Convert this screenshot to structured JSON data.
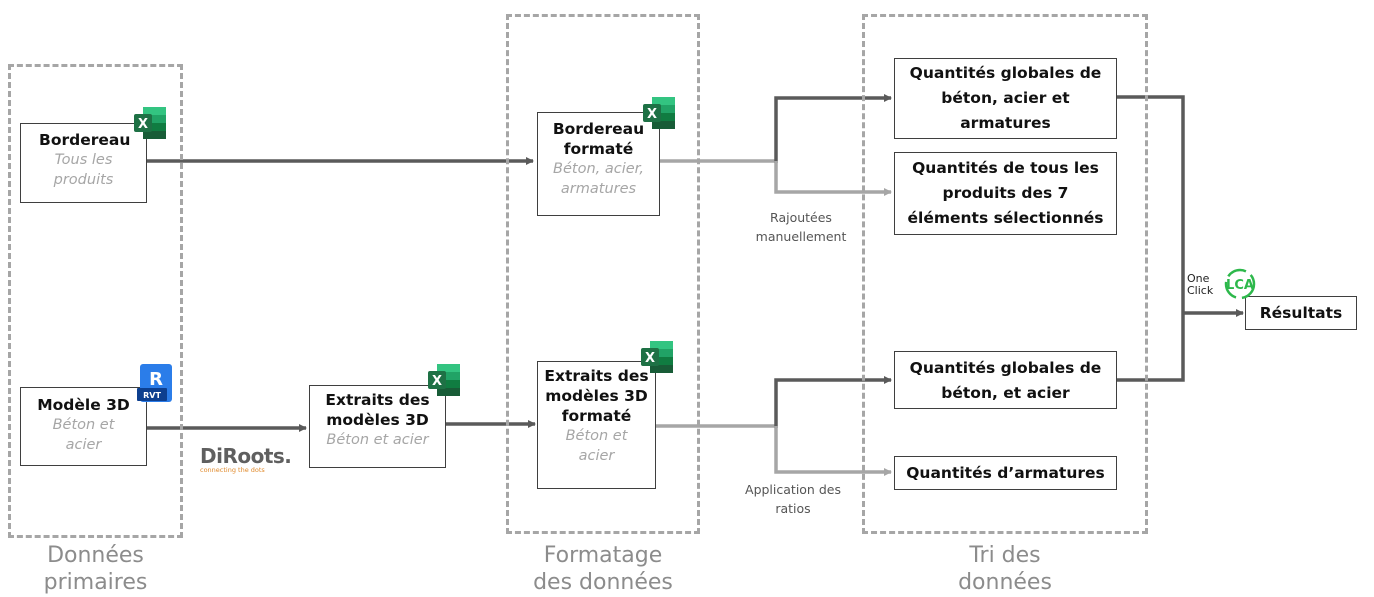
{
  "groups": {
    "primary": {
      "label_line1": "Données",
      "label_line2": "primaires"
    },
    "formatting": {
      "label_line1": "Formatage",
      "label_line2": "des données"
    },
    "sorting": {
      "label_line1": "Tri des",
      "label_line2": "données"
    }
  },
  "nodes": {
    "bordereau": {
      "title": "Bordereau",
      "sub_line1": "Tous les",
      "sub_line2": "produits"
    },
    "modele3d": {
      "title": "Modèle 3D",
      "sub_line1": "Béton et",
      "sub_line2": "acier"
    },
    "extraits": {
      "title_line1": "Extraits des",
      "title_line2": "modèles 3D",
      "sub": "Béton et acier"
    },
    "bordereau_formate": {
      "title_line1": "Bordereau",
      "title_line2": "formaté",
      "sub_line1": "Béton, acier,",
      "sub_line2": "armatures"
    },
    "extraits_formate": {
      "title_line1": "Extraits des",
      "title_line2": "modèles 3D",
      "title_line3": "formaté",
      "sub_line1": "Béton et",
      "sub_line2": "acier"
    },
    "q_globales_1": {
      "line1": "Quantités globales de",
      "line2": "béton, acier et",
      "line3": "armatures"
    },
    "q_tous": {
      "line1": "Quantités de tous les",
      "line2": "produits des 7",
      "line3": "éléments sélectionnés"
    },
    "q_globales_2": {
      "line1": "Quantités globales de",
      "line2": "béton, et acier"
    },
    "q_armatures": {
      "line1": "Quantités d’armatures"
    },
    "resultats": {
      "label": "Résultats"
    }
  },
  "notes": {
    "rajoutees": {
      "line1": "Rajoutées",
      "line2": "manuellement"
    },
    "application": {
      "line1": "Application des",
      "line2": "ratios"
    }
  },
  "logos": {
    "excel_letter": "X",
    "revit_letter": "R",
    "revit_tag": "RVT",
    "diroots_name": "DiRoots.",
    "diroots_tagline": "connecting the dots",
    "oneclick_line1": "One",
    "oneclick_line2": "Click",
    "oneclick_lca": "LCA"
  },
  "colors": {
    "dark_arrow": "#5a5a5a",
    "light_arrow": "#a6a6a6",
    "dashed_border": "#a6a6a6",
    "excel_green": "#1e7145",
    "revit_blue": "#1f6fd1",
    "diroots_orange": "#e08a2c",
    "oneclick_green": "#2db84b"
  }
}
